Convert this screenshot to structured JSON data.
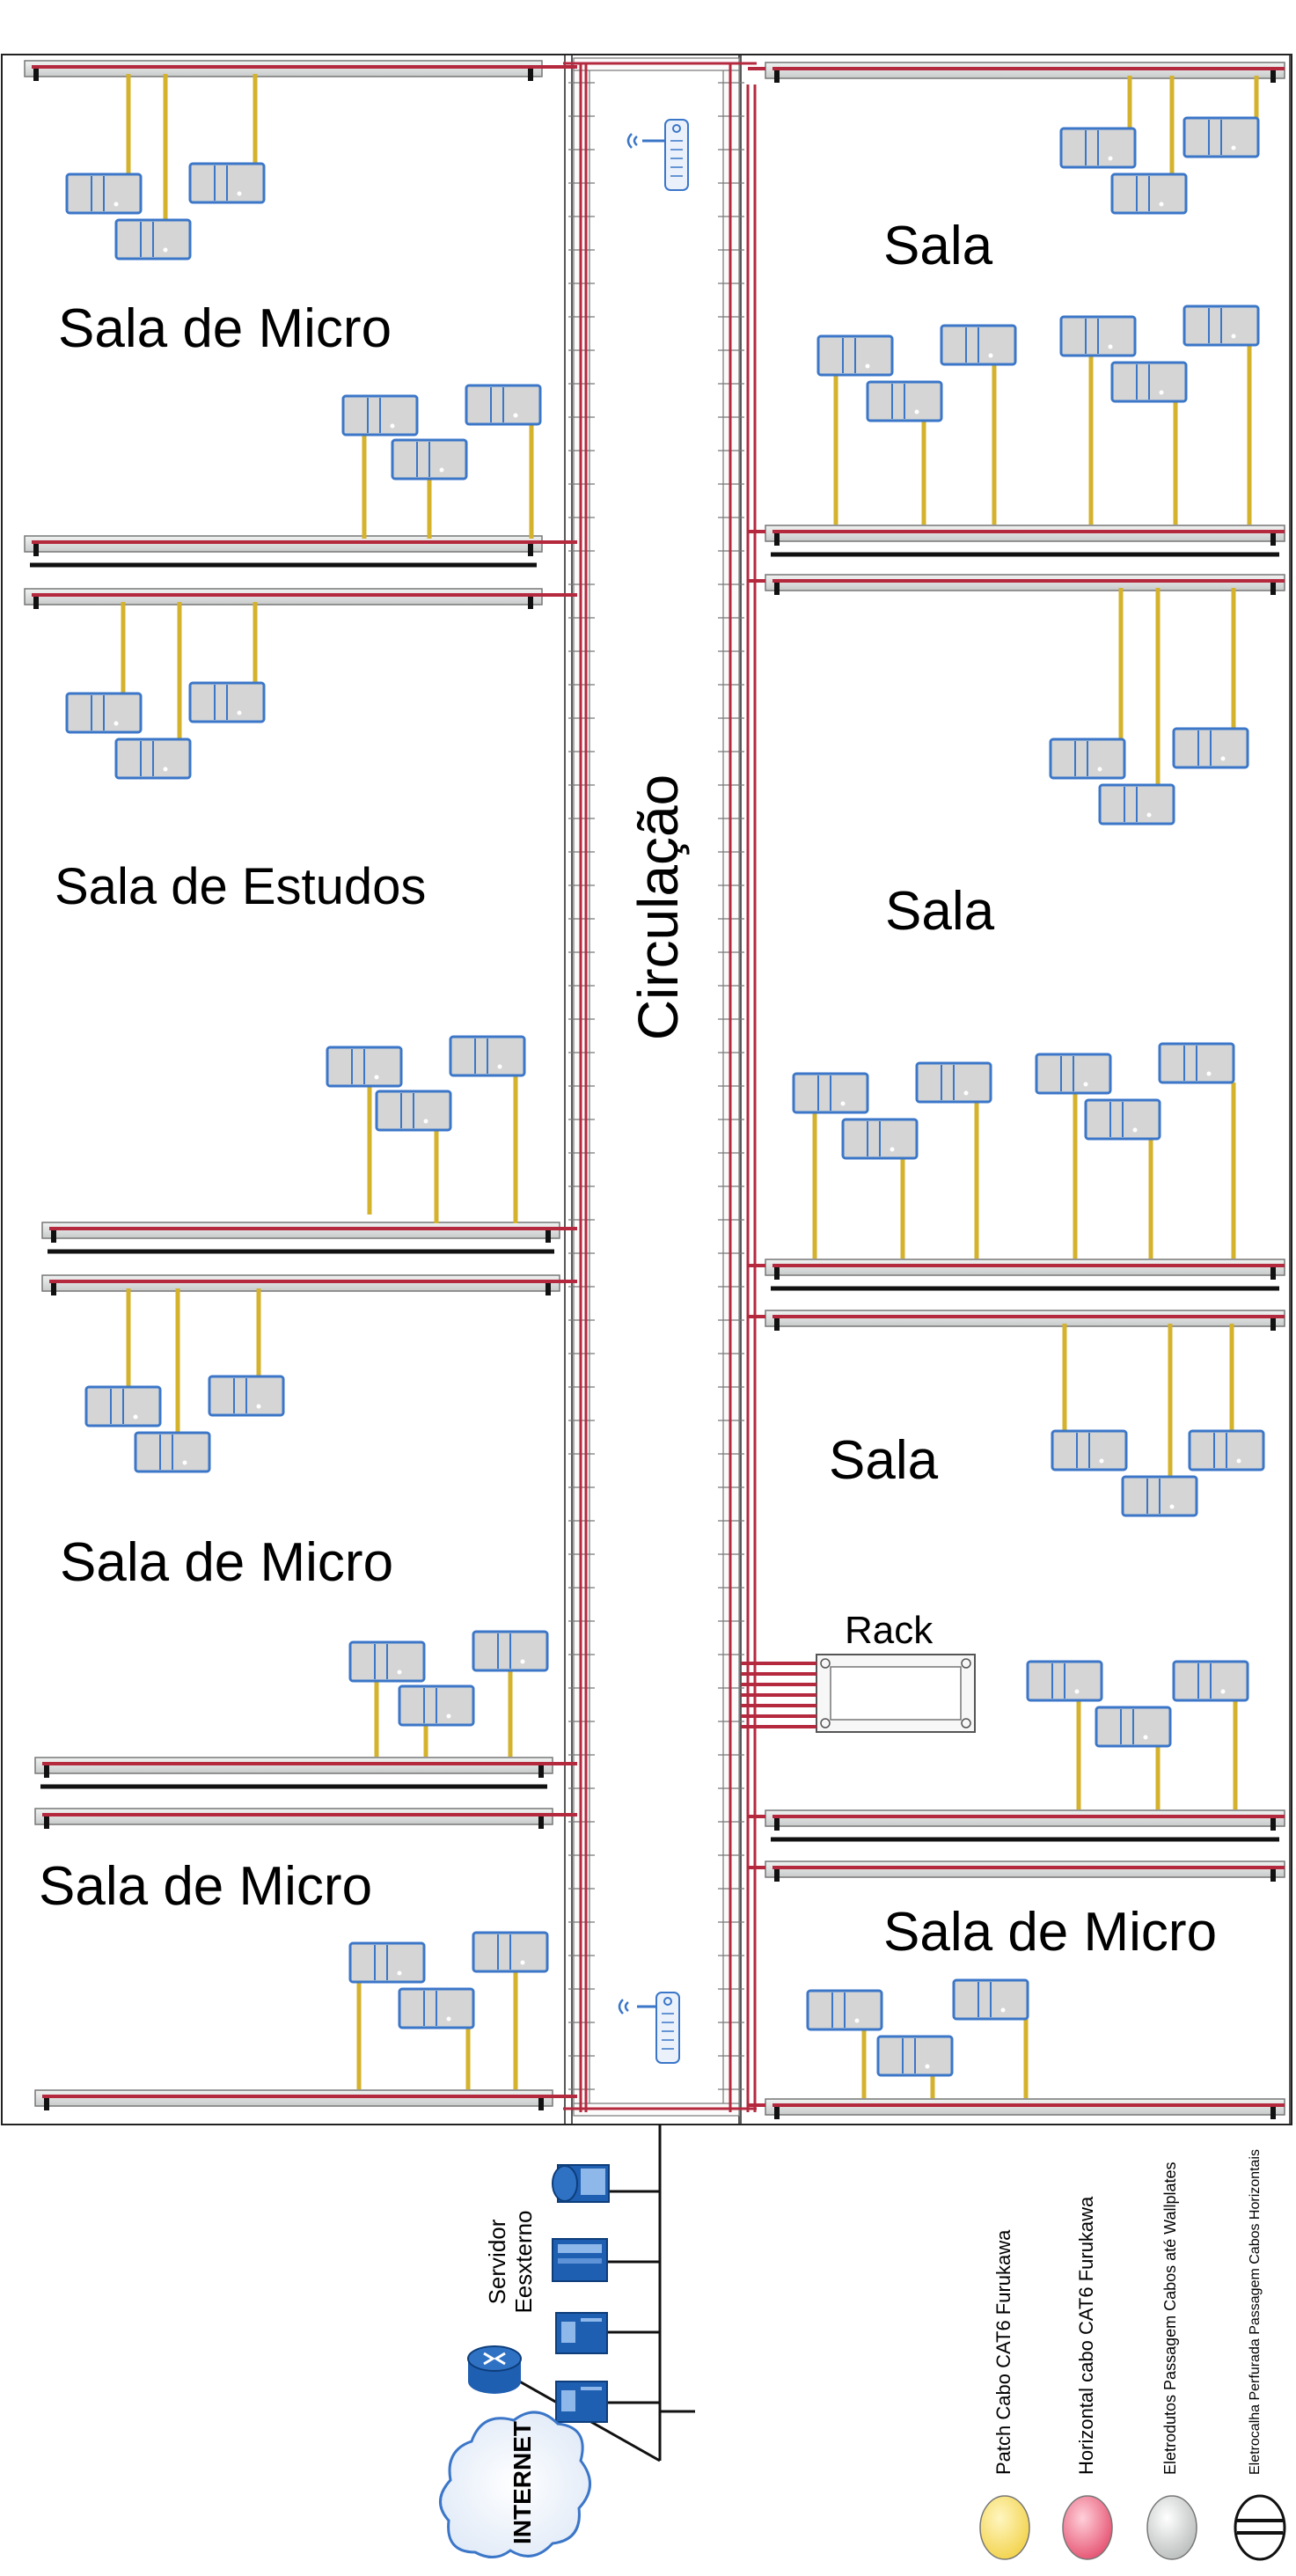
{
  "rooms": {
    "left_1": "Sala de Micro",
    "left_2": "Sala de Estudos",
    "left_3": "Sala de Micro",
    "left_4": "Sala de Micro",
    "right_1": "Sala",
    "right_2": "Sala",
    "right_3": "Sala",
    "right_4": "Sala de Micro",
    "corridor": "Circulação"
  },
  "rack": "Rack",
  "external": {
    "server_line1": "Servidor",
    "server_line2": "Eesxterno",
    "internet": "INTERNET"
  },
  "legend": [
    {
      "label": "Patch Cabo CAT6 Furukawa",
      "color": "#f5dc6a"
    },
    {
      "label": "Horizontal cabo CAT6 Furukawa",
      "color": "#e8607a"
    },
    {
      "label": "Eletrodutos Passagem Cabos até Wallplates",
      "color": "#cfd3d2"
    },
    {
      "label": "Eletrocalha Perfurada Passagem Cabos Horizontais",
      "color": "#ffffff"
    }
  ],
  "colors": {
    "cable_horizontal": "#b5293f",
    "cable_patch": "#d4b22c",
    "workstation_fill": "#d4d5d4",
    "workstation_border": "#3b76c8",
    "tray": "#d6d8d8"
  }
}
